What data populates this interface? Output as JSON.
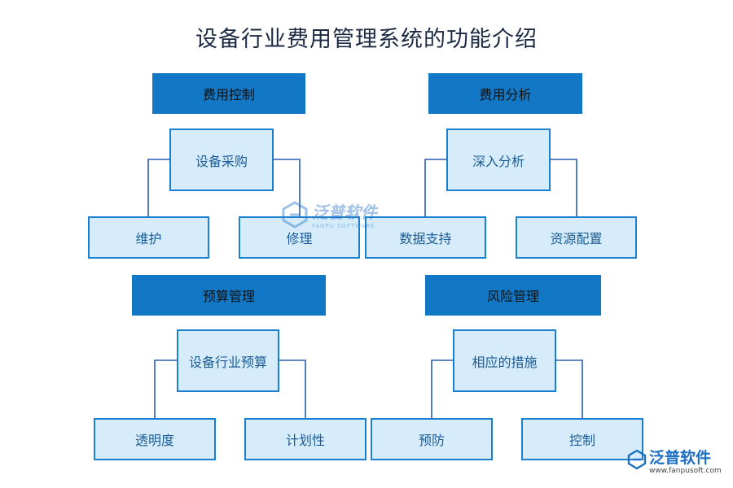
{
  "title": "设备行业费用管理系统的功能介绍",
  "sections": [
    {
      "header": "费用控制",
      "center": "设备采购",
      "left": "维护",
      "right": "修理"
    },
    {
      "header": "费用分析",
      "center": "深入分析",
      "left": "数据支持",
      "right": "资源配置"
    },
    {
      "header": "预算管理",
      "center": "设备行业预算",
      "left": "透明度",
      "right": "计划性"
    },
    {
      "header": "风险管理",
      "center": "相应的措施",
      "left": "预防",
      "right": "控制"
    }
  ],
  "watermark": {
    "name": "泛普软件",
    "sub": "FANPU SOFTWARE"
  },
  "brand": {
    "name": "泛普软件",
    "url": "www.fanpusoft.com"
  },
  "colors": {
    "header": "#1277c4",
    "node_fill": "#d6ecfb",
    "node_border": "#1b7fcf",
    "line": "#2a5db0"
  }
}
